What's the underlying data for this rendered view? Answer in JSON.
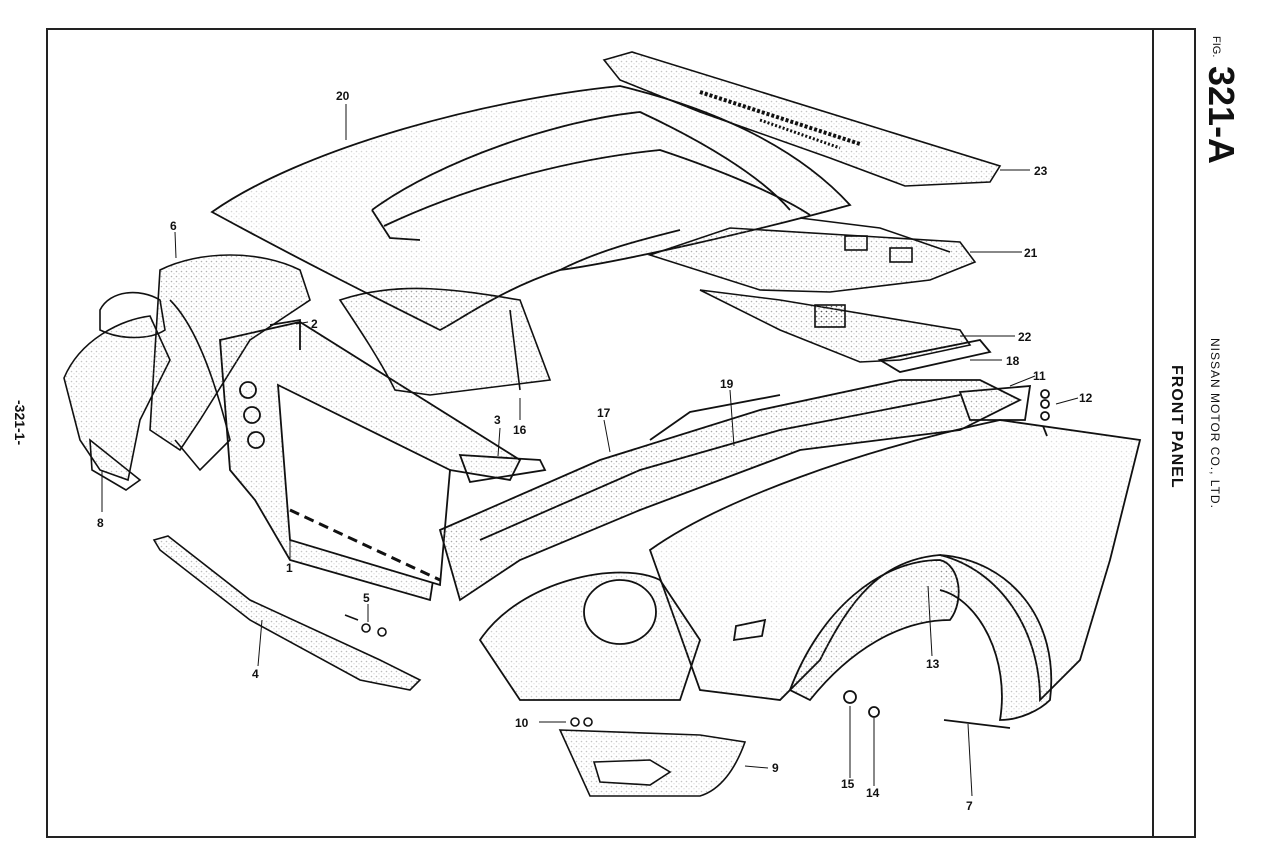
{
  "figure": {
    "fig_prefix": "FIG.",
    "fig_number": "321-A"
  },
  "title": "FRONT PANEL",
  "manufacturer": "NISSAN MOTOR CO., LTD.",
  "page_number": "-321-1-",
  "callouts": {
    "c1": "1",
    "c2": "2",
    "c3": "3",
    "c4": "4",
    "c5": "5",
    "c6": "6",
    "c7": "7",
    "c8": "8",
    "c9": "9",
    "c10": "10",
    "c11": "11",
    "c12": "12",
    "c13": "13",
    "c14": "14",
    "c15": "15",
    "c16": "16",
    "c17": "17",
    "c18": "18",
    "c19": "19",
    "c20": "20",
    "c21": "21",
    "c22": "22",
    "c23": "23"
  }
}
